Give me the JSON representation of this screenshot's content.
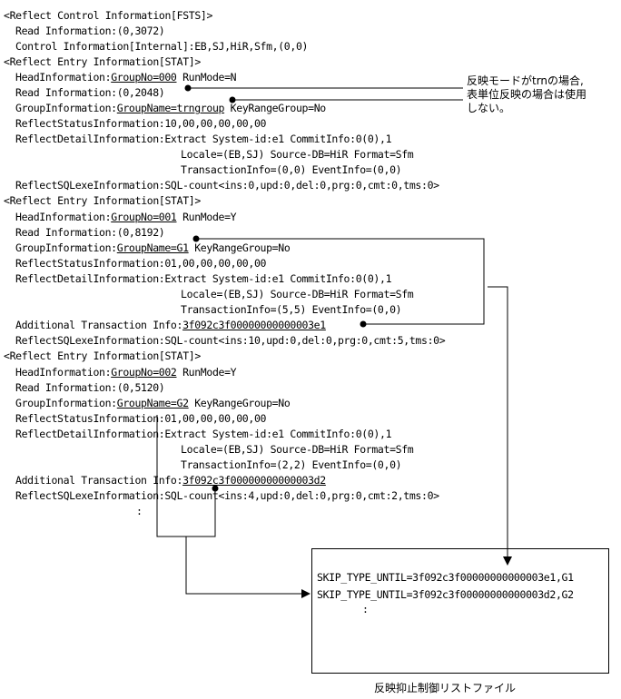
{
  "log": {
    "l01": "<Reflect Control Information[FSTS]>",
    "l02": "Read Information:(0,3072)",
    "l03": "Control Information[Internal]:EB,SJ,HiR,Sfm,(0,0)",
    "l04": "<Reflect Entry Information[STAT]>",
    "l05a": "HeadInformation:",
    "l05b": "GroupNo=000",
    "l05c": " RunMode=N",
    "l06": "Read Information:(0,2048)",
    "l07a": "GroupInformation:",
    "l07b": "GroupName=trngroup",
    "l07c": " KeyRangeGroup=No",
    "l08": "ReflectStatusInformation:10,00,00,00,00,00",
    "l09": "ReflectDetailInformation:Extract System-id:e1 CommitInfo:0(0),1",
    "l10": "Locale=(EB,SJ) Source-DB=HiR Format=Sfm",
    "l11": "TransactionInfo=(0,0) EventInfo=(0,0)",
    "l12": "ReflectSQLexeInformation:SQL-count<ins:0,upd:0,del:0,prg:0,cmt:0,tms:0>",
    "l13": "<Reflect Entry Information[STAT]>",
    "l14a": "HeadInformation:",
    "l14b": "GroupNo=001",
    "l14c": " RunMode=Y",
    "l15": "Read Information:(0,8192)",
    "l16a": "GroupInformation:",
    "l16b": "GroupName=G1",
    "l16c": " KeyRangeGroup=No",
    "l17": "ReflectStatusInformation:01,00,00,00,00,00",
    "l18": "ReflectDetailInformation:Extract System-id:e1 CommitInfo:0(0),1",
    "l19": "Locale=(EB,SJ) Source-DB=HiR Format=Sfm",
    "l20": "TransactionInfo=(5,5) EventInfo=(0,0)",
    "l21a": "Additional Transaction Info:",
    "l21b": "3f092c3f00000000000003e1",
    "l22": "ReflectSQLexeInformation:SQL-count<ins:10,upd:0,del:0,prg:0,cmt:5,tms:0>",
    "l23": "<Reflect Entry Information[STAT]>",
    "l24a": "HeadInformation:",
    "l24b": "GroupNo=002",
    "l24c": " RunMode=Y",
    "l25": "Read Information:(0,5120)",
    "l26a": "GroupInformation:",
    "l26b": "GroupName=G2",
    "l26c": " KeyRangeGroup=No",
    "l27": "ReflectStatusInformation:01,00,00,00,00,00",
    "l28": "ReflectDetailInformation:Extract System-id:e1 CommitInfo:0(0),1",
    "l29": "Locale=(EB,SJ) Source-DB=HiR Format=Sfm",
    "l30": "TransactionInfo=(2,2) EventInfo=(0,0)",
    "l31a": "Additional Transaction Info:",
    "l31b": "3f092c3f00000000000003d2",
    "l32": "ReflectSQLexeInformation:SQL-count<ins:4,upd:0,del:0,prg:0,cmt:2,tms:0>",
    "l33": ":"
  },
  "note": "反映モードがtrnの場合,\n表単位反映の場合は使用\nしない。",
  "skip_list": {
    "line1": "SKIP_TYPE_UNTIL=3f092c3f00000000000003e1,G1",
    "line2": "SKIP_TYPE_UNTIL=3f092c3f00000000000003d2,G2",
    "line3": ":",
    "caption": "反映抑止制御リストファイル"
  }
}
